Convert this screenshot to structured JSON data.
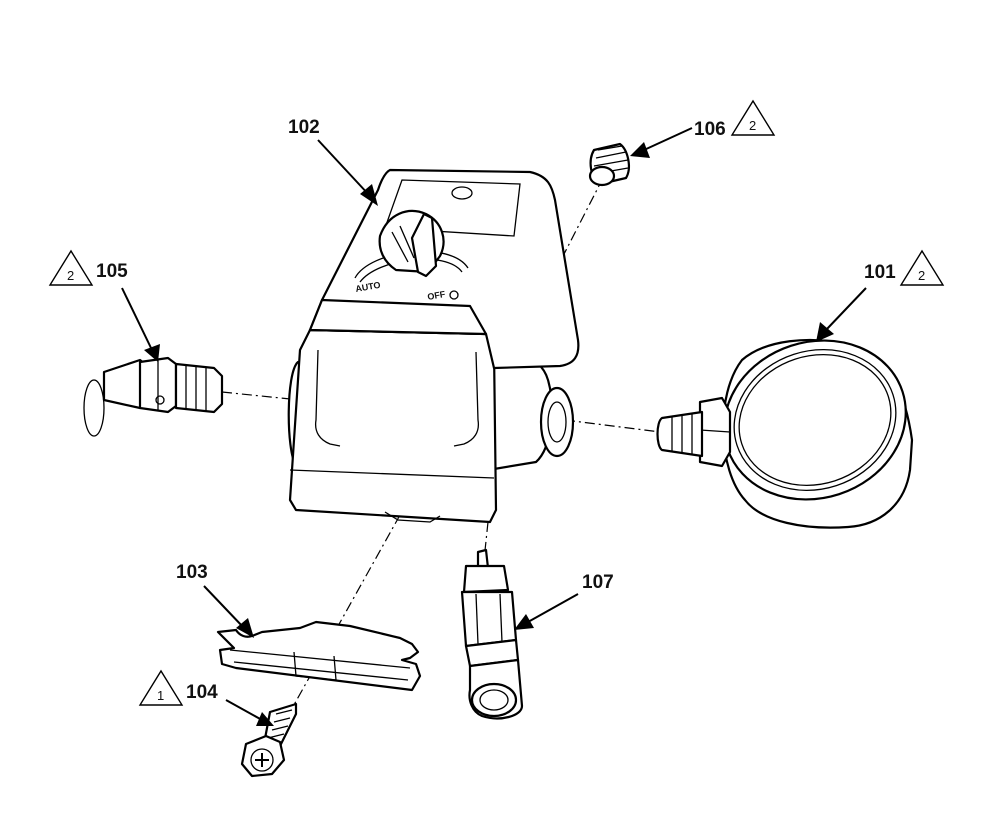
{
  "parts": [
    {
      "id": "101",
      "label": "101",
      "note_marker": "2"
    },
    {
      "id": "102",
      "label": "102",
      "note_marker": ""
    },
    {
      "id": "103",
      "label": "103",
      "note_marker": ""
    },
    {
      "id": "104",
      "label": "104",
      "note_marker": "1"
    },
    {
      "id": "105",
      "label": "105",
      "note_marker": "2"
    },
    {
      "id": "106",
      "label": "106",
      "note_marker": "2"
    },
    {
      "id": "107",
      "label": "107",
      "note_marker": ""
    }
  ],
  "switch_dial": {
    "left_text": "AUTO",
    "right_text": "OFF"
  }
}
